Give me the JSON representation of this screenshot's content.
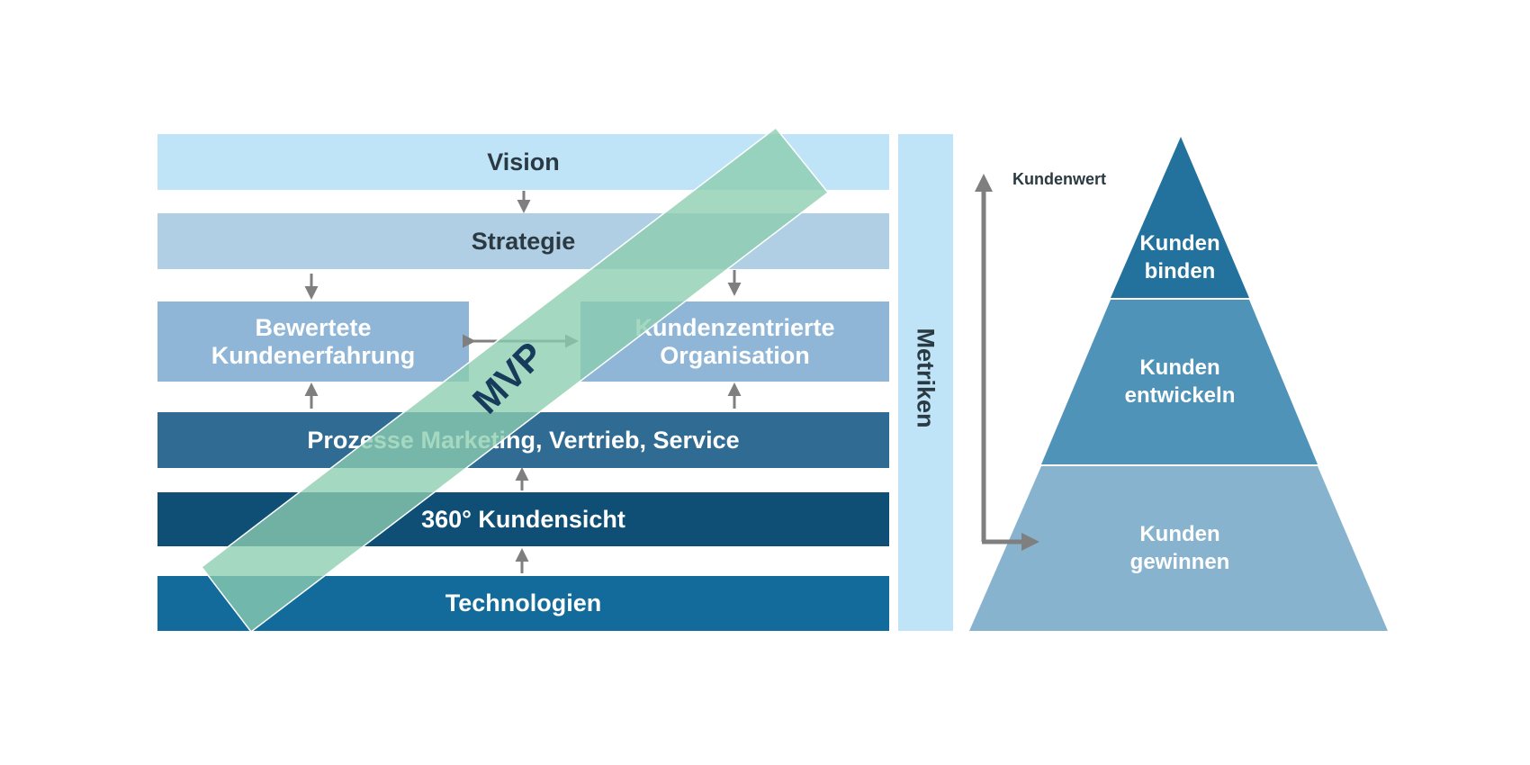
{
  "left_diagram": {
    "vision": "Vision",
    "strategie": "Strategie",
    "bewertete": [
      "Bewertete",
      "Kundenerfahrung"
    ],
    "organisation": [
      "Kundenzentrierte",
      "Organisation"
    ],
    "prozesse": "Prozesse Marketing, Vertrieb, Service",
    "kundensicht": "360° Kundensicht",
    "technologien": "Technologien",
    "metriken": "Metriken",
    "mvp": "MVP"
  },
  "pyramid": {
    "axis_label": "Kundenwert",
    "top": [
      "Kunden",
      "binden"
    ],
    "middle": [
      "Kunden",
      "entwickeln"
    ],
    "bottom": [
      "Kunden",
      "gewinnen"
    ]
  },
  "colors": {
    "light_blue": "#bfe3f7",
    "strategie_blue": "#b0cfe4",
    "mid_blue": "#8fb6d6",
    "process_blue": "#2f6b92",
    "dark_navy": "#0f4f75",
    "tech_blue": "#126b9a",
    "mvp_green": "#8ccdb0",
    "pyramid_top": "#23729e",
    "pyramid_middle": "#4f93b9",
    "pyramid_bottom": "#88b3cf",
    "arrow_gray": "#7f7f7f"
  }
}
